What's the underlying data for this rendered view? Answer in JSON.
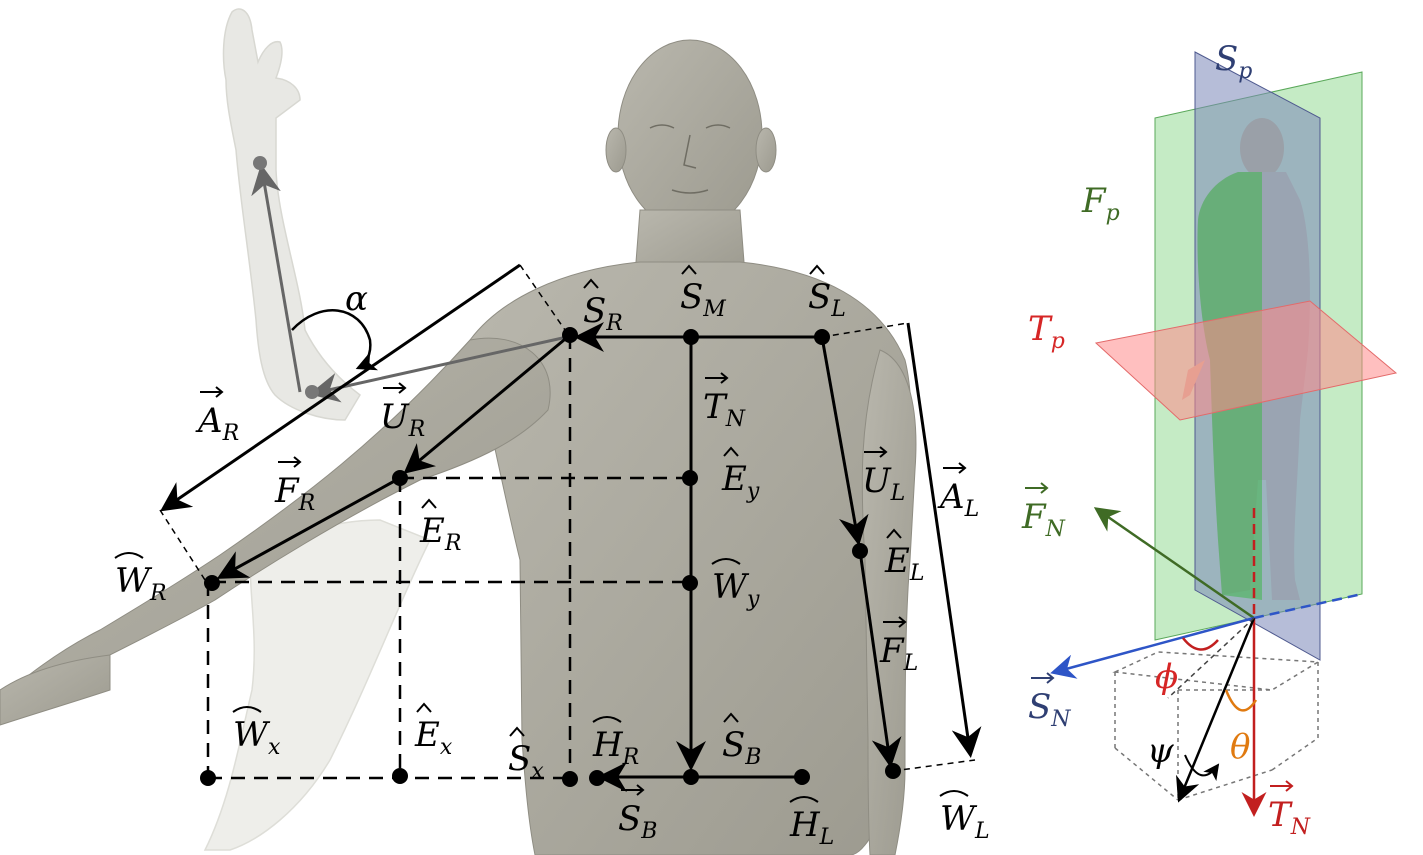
{
  "colors": {
    "body": "#a8a69b",
    "ghost": "#e6e6e2",
    "ink": "#000000",
    "sagittal": "#2f3f73",
    "frontal": "#3f6b25",
    "transverse": "#d62626",
    "sn_axis": "#2e55c7",
    "theta": "#e07a10",
    "pose_vector": "#666666"
  },
  "icons": {
    "hat": "circumflex",
    "wide_hat": "wide-circumflex",
    "vector": "arrow-accent"
  },
  "labels": {
    "alpha": "α",
    "S_R": {
      "b": "S",
      "s": "R"
    },
    "S_M": {
      "b": "S",
      "s": "M"
    },
    "S_L": {
      "b": "S",
      "s": "L"
    },
    "T_N": {
      "b": "T",
      "s": "N"
    },
    "A_R": {
      "b": "A",
      "s": "R"
    },
    "U_R": {
      "b": "U",
      "s": "R"
    },
    "F_R": {
      "b": "F",
      "s": "R"
    },
    "E_R": {
      "b": "E",
      "s": "R"
    },
    "E_y": {
      "b": "E",
      "s": "y"
    },
    "W_R": {
      "b": "W",
      "s": "R"
    },
    "W_y": {
      "b": "W",
      "s": "y"
    },
    "U_L": {
      "b": "U",
      "s": "L"
    },
    "A_L": {
      "b": "A",
      "s": "L"
    },
    "E_L": {
      "b": "E",
      "s": "L"
    },
    "F_L": {
      "b": "F",
      "s": "L"
    },
    "W_x": {
      "b": "W",
      "s": "x"
    },
    "E_x": {
      "b": "E",
      "s": "x"
    },
    "S_x": {
      "b": "S",
      "s": "x"
    },
    "H_R": {
      "b": "H",
      "s": "R"
    },
    "S_B_pt": {
      "b": "S",
      "s": "B"
    },
    "S_B_vec": {
      "b": "S",
      "s": "B"
    },
    "H_L": {
      "b": "H",
      "s": "L"
    },
    "W_L": {
      "b": "W",
      "s": "L"
    }
  },
  "planes": {
    "S_p": {
      "b": "S",
      "s": "p"
    },
    "F_p": {
      "b": "F",
      "s": "p"
    },
    "T_p": {
      "b": "T",
      "s": "p"
    },
    "F_N": {
      "b": "F",
      "s": "N"
    },
    "S_N": {
      "b": "S",
      "s": "N"
    },
    "T_N": {
      "b": "T",
      "s": "N"
    },
    "phi": "ϕ",
    "theta": "θ",
    "psi": "ψ"
  }
}
